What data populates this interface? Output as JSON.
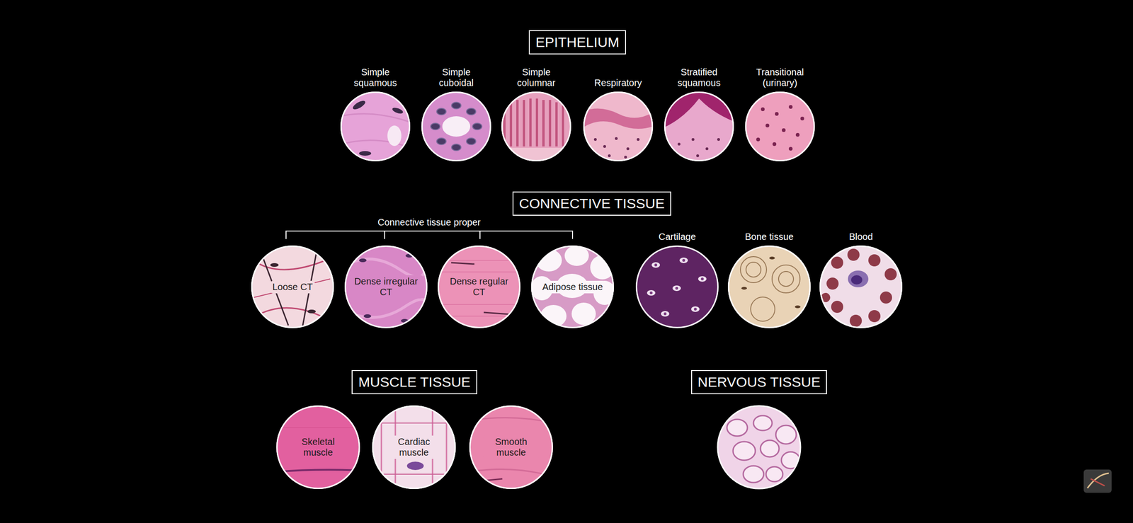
{
  "diagram": {
    "nodes": [
      {
        "text": [
          "EPITHELIUM"
        ]
      },
      {
        "text": [
          "Simple squamous"
        ]
      },
      {
        "text": [
          "Simple cuboidal"
        ]
      },
      {
        "text": [
          "Simple columnar"
        ]
      },
      {
        "text": [
          "Respiratory"
        ]
      },
      {
        "text": [
          "Stratified squamous"
        ]
      },
      {
        "text": [
          "Transitional (urinary)"
        ]
      },
      {
        "text": [
          "CONNECTIVE TISSUE"
        ]
      },
      {
        "text": [
          "Loose CT"
        ]
      },
      {
        "text": [
          "Dense irregular CT"
        ]
      },
      {
        "text": [
          "Dense regular CT"
        ]
      },
      {
        "text": [
          "Adipose tissue"
        ]
      },
      {
        "text": [
          "Cartilage"
        ]
      },
      {
        "text": [
          "Bone tissue"
        ]
      },
      {
        "text": [
          "Blood"
        ]
      },
      {
        "text": [
          "MUSCLE TISSUE"
        ]
      },
      {
        "text": [
          "Skeletal muscle"
        ]
      },
      {
        "text": [
          "Cardiac muscle"
        ]
      },
      {
        "text": [
          "Smooth muscle"
        ]
      },
      {
        "text": [
          "NERVOUS TISSUE"
        ]
      }
    ],
    "labels": [
      "Connective tissue proper"
    ]
  }
}
